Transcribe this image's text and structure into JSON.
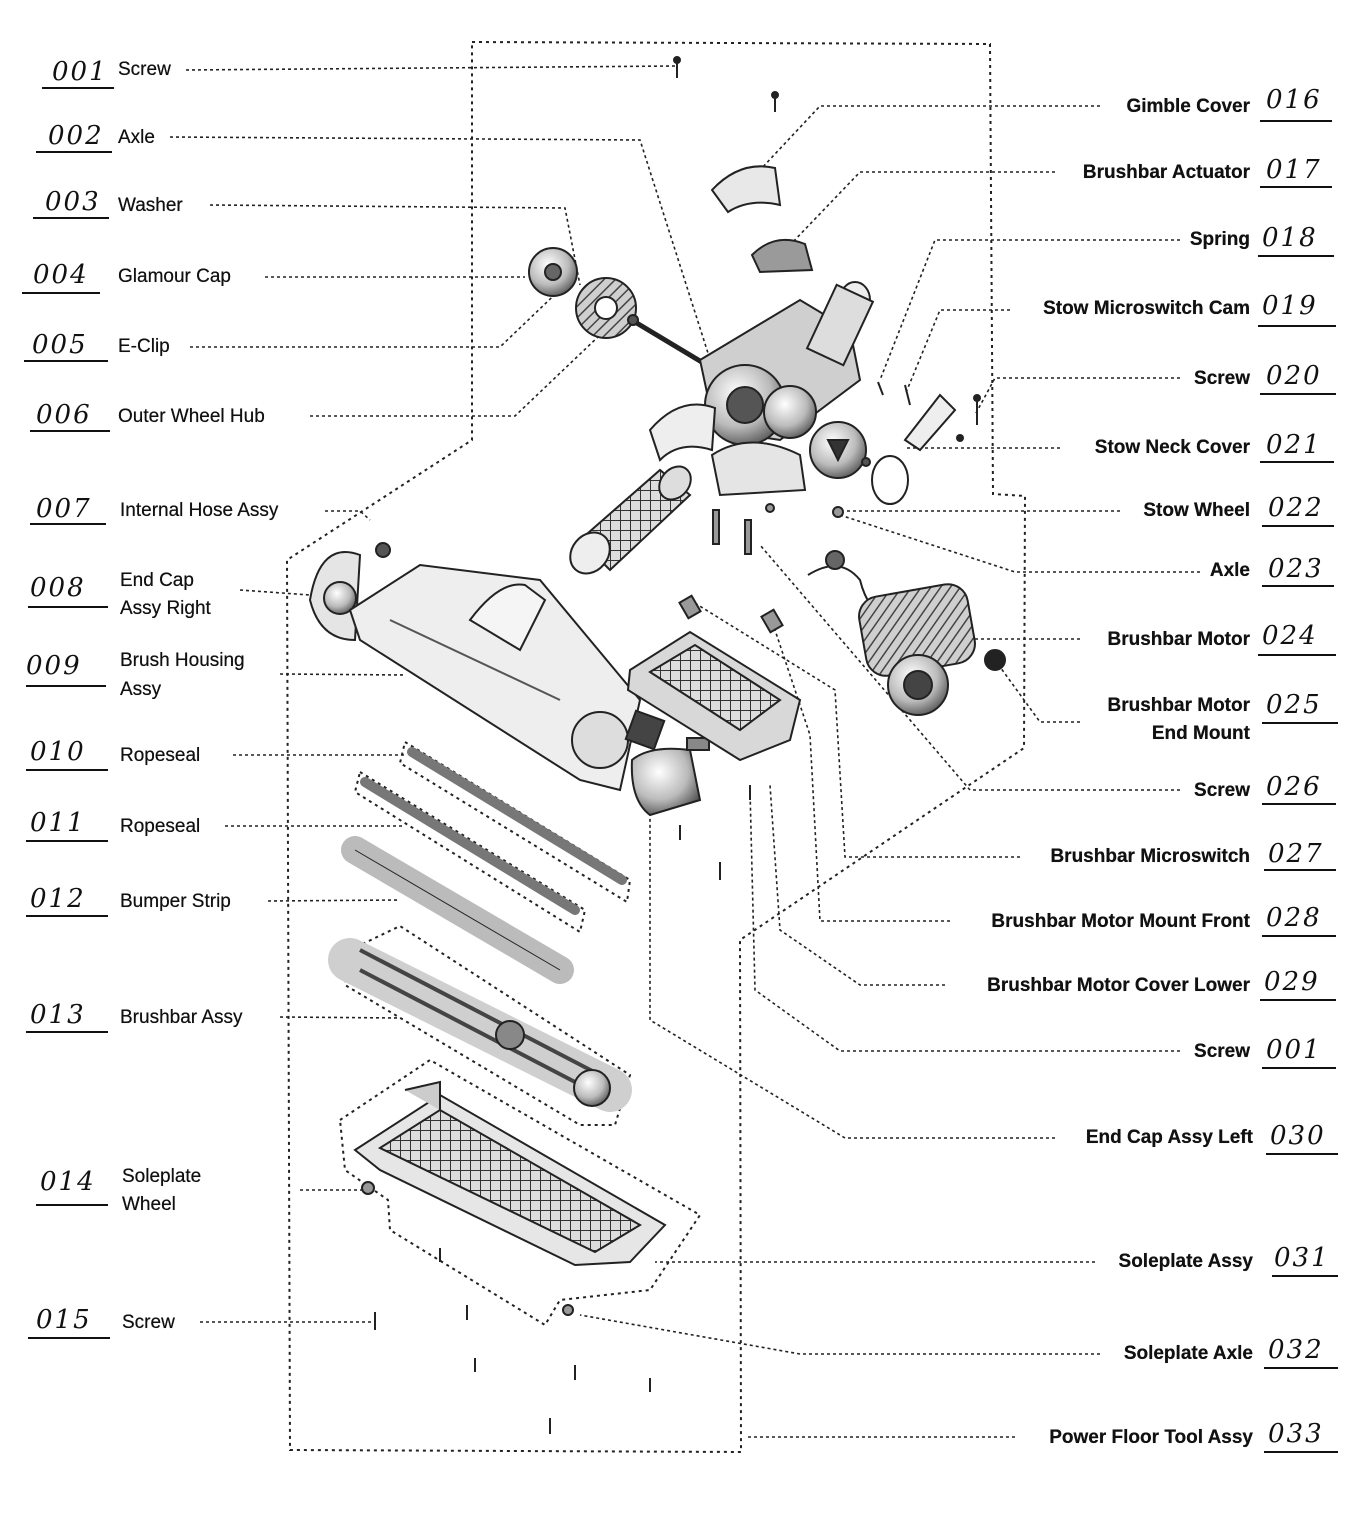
{
  "left_parts": [
    {
      "num": "001",
      "name": "Screw"
    },
    {
      "num": "002",
      "name": "Axle"
    },
    {
      "num": "003",
      "name": "Washer"
    },
    {
      "num": "004",
      "name": "Glamour Cap"
    },
    {
      "num": "005",
      "name": "E-Clip"
    },
    {
      "num": "006",
      "name": "Outer Wheel Hub"
    },
    {
      "num": "007",
      "name": "Internal Hose Assy"
    },
    {
      "num": "008",
      "name": "End Cap",
      "name2": "Assy Right"
    },
    {
      "num": "009",
      "name": "Brush Housing",
      "name2": "Assy"
    },
    {
      "num": "010",
      "name": "Ropeseal"
    },
    {
      "num": "011",
      "name": "Ropeseal"
    },
    {
      "num": "012",
      "name": "Bumper Strip"
    },
    {
      "num": "013",
      "name": "Brushbar Assy"
    },
    {
      "num": "014",
      "name": "Soleplate",
      "name2": "Wheel"
    },
    {
      "num": "015",
      "name": "Screw"
    }
  ],
  "right_parts": [
    {
      "num": "016",
      "name": "Gimble Cover"
    },
    {
      "num": "017",
      "name": "Brushbar Actuator"
    },
    {
      "num": "018",
      "name": "Spring"
    },
    {
      "num": "019",
      "name": "Stow Microswitch Cam"
    },
    {
      "num": "020",
      "name": "Screw"
    },
    {
      "num": "021",
      "name": "Stow Neck Cover"
    },
    {
      "num": "022",
      "name": "Stow Wheel"
    },
    {
      "num": "023",
      "name": "Axle"
    },
    {
      "num": "024",
      "name": "Brushbar Motor"
    },
    {
      "num": "025",
      "name": "Brushbar Motor",
      "name2": "End Mount"
    },
    {
      "num": "026",
      "name": "Screw"
    },
    {
      "num": "027",
      "name": "Brushbar Microswitch"
    },
    {
      "num": "028",
      "name": "Brushbar Motor Mount Front"
    },
    {
      "num": "029",
      "name": "Brushbar Motor Cover Lower"
    },
    {
      "num": "001",
      "name": "Screw"
    },
    {
      "num": "030",
      "name": "End Cap Assy Left"
    },
    {
      "num": "031",
      "name": "Soleplate Assy"
    },
    {
      "num": "032",
      "name": "Soleplate Axle"
    },
    {
      "num": "033",
      "name": "Power Floor Tool Assy"
    }
  ]
}
